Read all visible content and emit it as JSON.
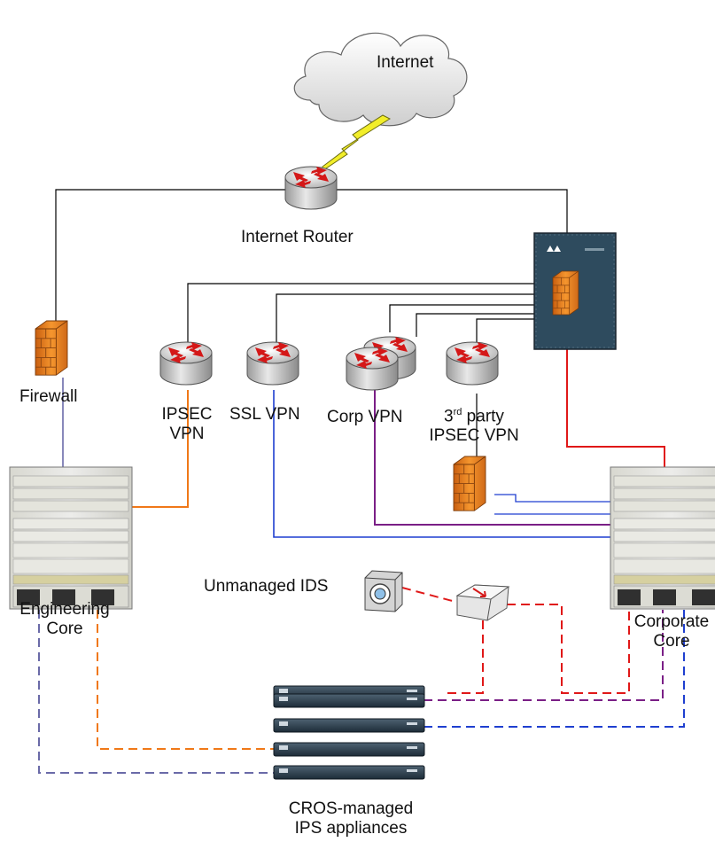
{
  "labels": {
    "internet": "Internet",
    "internet_router": "Internet Router",
    "firewall": "Firewall",
    "ipsec_vpn_line1": "IPSEC",
    "ipsec_vpn_line2": "VPN",
    "ssl_vpn": "SSL VPN",
    "corp_vpn": "Corp VPN",
    "third_party_prefix": "3",
    "third_party_sup": "rd",
    "third_party_suffix": " party",
    "third_party_line2": "IPSEC VPN",
    "engineering_core_line1": "Engineering",
    "engineering_core_line2": "Core",
    "corporate_core_line1": "Corporate",
    "corporate_core_line2": "Core",
    "unmanaged_ids": "Unmanaged IDS",
    "cros_line1": "CROS-managed",
    "cros_line2": "IPS appliances"
  },
  "colors": {
    "link_black": "#000000",
    "link_blue": "#1f3fd0",
    "link_purple": "#7a1f86",
    "link_orange": "#f07818",
    "link_red": "#e01818",
    "link_slate": "#6a6aa8",
    "firewall_orange": "#f08a2a",
    "router_gray": "#c8c8c8",
    "chassis_teal": "#2e4b5e"
  },
  "icons": {
    "internet": "cloud-icon",
    "internet_link": "lightning-bolt-icon",
    "routers": "router-icon",
    "firewalls": "brick-firewall-icon",
    "core_switches": "chassis-switch-icon",
    "ids": "ids-sensor-icon",
    "tap": "network-tap-icon",
    "ips": "rack-appliance-icon"
  }
}
